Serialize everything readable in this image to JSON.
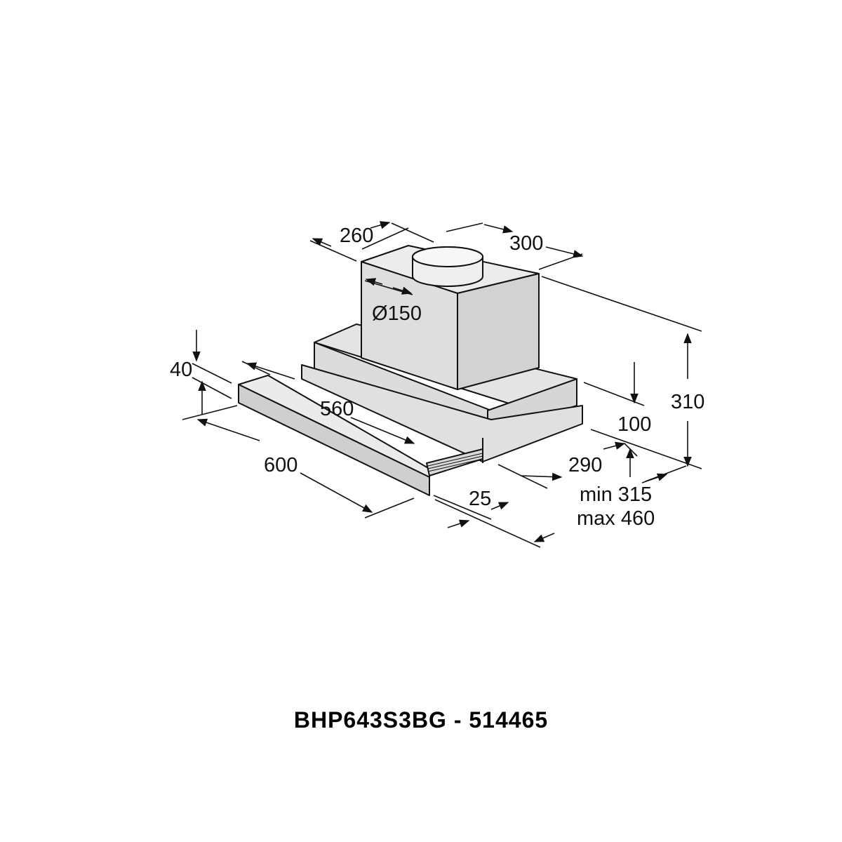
{
  "diagram": {
    "dimensions": {
      "d260": "260",
      "d300": "300",
      "d150": "Ø150",
      "d40": "40",
      "d560": "560",
      "d310": "310",
      "d100": "100",
      "d600": "600",
      "d290": "290",
      "d25": "25",
      "dmin": "min 315",
      "dmax": "max 460"
    },
    "colors": {
      "line": "#111111",
      "body_fill": "#e2e2e2",
      "side_fill": "#d4d4d4",
      "background": "#ffffff"
    }
  },
  "caption": "BHP643S3BG - 514465"
}
